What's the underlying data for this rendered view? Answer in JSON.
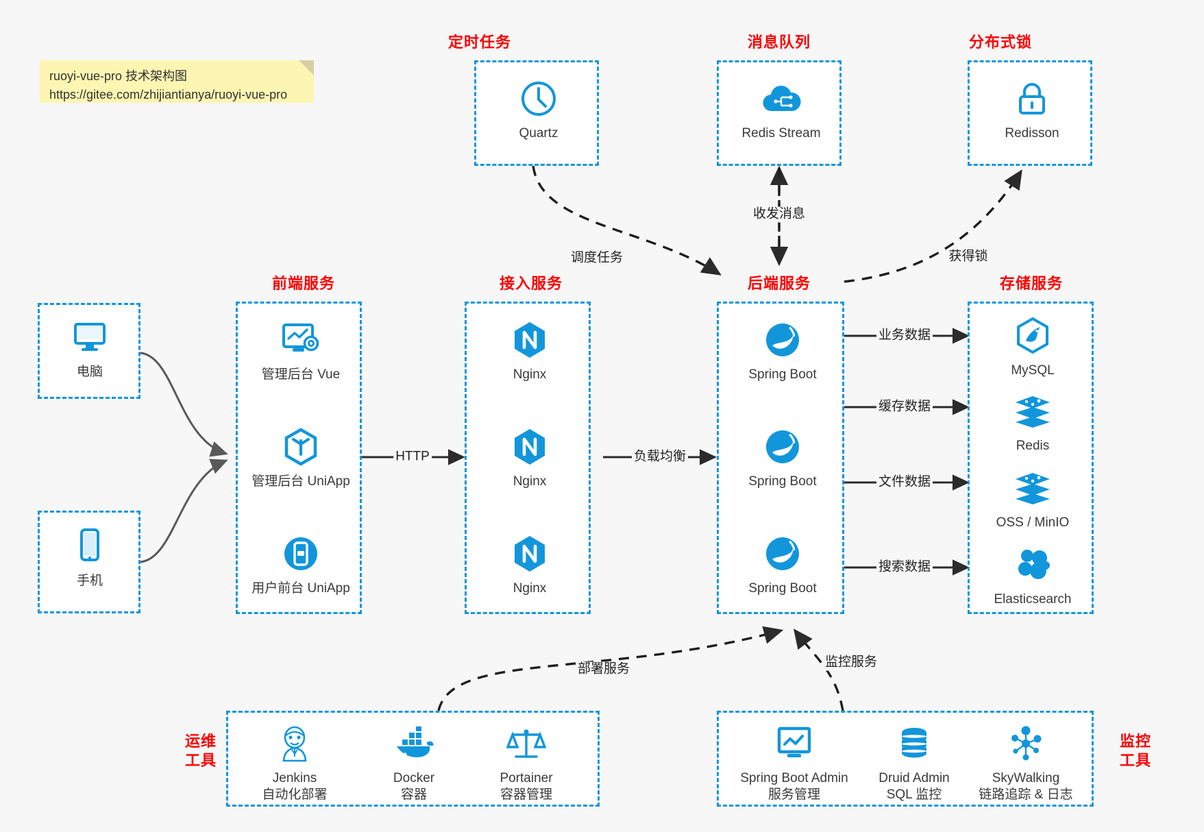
{
  "note": {
    "line1": "ruoyi-vue-pro 技术架构图",
    "line2": "https://gitee.com/zhijiantianya/ruoyi-vue-pro"
  },
  "groups": {
    "scheduler": {
      "title": "定时任务",
      "nodes": [
        {
          "label": "Quartz",
          "icon": "clock-icon"
        }
      ]
    },
    "mq": {
      "title": "消息队列",
      "nodes": [
        {
          "label": "Redis Stream",
          "icon": "cloud-stream-icon"
        }
      ]
    },
    "lock": {
      "title": "分布式锁",
      "nodes": [
        {
          "label": "Redisson",
          "icon": "lock-icon"
        }
      ]
    },
    "clients": {
      "title": "",
      "nodes": [
        {
          "label": "电脑",
          "icon": "desktop-icon"
        },
        {
          "label": "手机",
          "icon": "phone-icon"
        }
      ]
    },
    "frontend": {
      "title": "前端服务",
      "nodes": [
        {
          "label": "管理后台 Vue",
          "icon": "dashboard-gear-icon"
        },
        {
          "label": "管理后台 UniApp",
          "icon": "cube-icon"
        },
        {
          "label": "用户前台 UniApp",
          "icon": "mobile-app-icon"
        }
      ]
    },
    "gateway": {
      "title": "接入服务",
      "nodes": [
        {
          "label": "Nginx",
          "icon": "nginx-icon"
        },
        {
          "label": "Nginx",
          "icon": "nginx-icon"
        },
        {
          "label": "Nginx",
          "icon": "nginx-icon"
        }
      ]
    },
    "backend": {
      "title": "后端服务",
      "nodes": [
        {
          "label": "Spring Boot",
          "icon": "spring-icon"
        },
        {
          "label": "Spring Boot",
          "icon": "spring-icon"
        },
        {
          "label": "Spring Boot",
          "icon": "spring-icon"
        }
      ]
    },
    "storage": {
      "title": "存储服务",
      "nodes": [
        {
          "label": "MySQL",
          "icon": "mysql-icon"
        },
        {
          "label": "Redis",
          "icon": "redis-icon"
        },
        {
          "label": "OSS / MinIO",
          "icon": "redis-icon"
        },
        {
          "label": "Elasticsearch",
          "icon": "elasticsearch-icon"
        }
      ]
    },
    "devops": {
      "title": "运维\n工具",
      "title_line1": "运维",
      "title_line2": "工具",
      "nodes": [
        {
          "label": "Jenkins",
          "sublabel": "自动化部署",
          "icon": "jenkins-icon"
        },
        {
          "label": "Docker",
          "sublabel": "容器",
          "icon": "docker-icon"
        },
        {
          "label": "Portainer",
          "sublabel": "容器管理",
          "icon": "scales-icon"
        }
      ]
    },
    "monitor": {
      "title_line1": "监控",
      "title_line2": "工具",
      "nodes": [
        {
          "label": "Spring Boot Admin",
          "sublabel": "服务管理",
          "icon": "monitor-chart-icon"
        },
        {
          "label": "Druid Admin",
          "sublabel": "SQL 监控",
          "icon": "database-icon"
        },
        {
          "label": "SkyWalking",
          "sublabel": "链路追踪 & 日志",
          "icon": "skywalking-icon"
        }
      ]
    }
  },
  "edges": [
    {
      "id": "http",
      "label": "HTTP"
    },
    {
      "id": "lb",
      "label": "负载均衡"
    },
    {
      "id": "schedule",
      "label": "调度任务"
    },
    {
      "id": "mq-msg",
      "label": "收发消息"
    },
    {
      "id": "get-lock",
      "label": "获得锁"
    },
    {
      "id": "biz-data",
      "label": "业务数据"
    },
    {
      "id": "cache-data",
      "label": "缓存数据"
    },
    {
      "id": "file-data",
      "label": "文件数据"
    },
    {
      "id": "search-data",
      "label": "搜索数据"
    },
    {
      "id": "deploy",
      "label": "部署服务"
    },
    {
      "id": "monitor",
      "label": "监控服务"
    }
  ],
  "colors": {
    "accent": "#1296db",
    "title": "#ff0000",
    "edge": "#2b2b2b",
    "client_edge": "#595959",
    "background": "#f7f7f7",
    "note_bg": "#fdf6b2"
  }
}
